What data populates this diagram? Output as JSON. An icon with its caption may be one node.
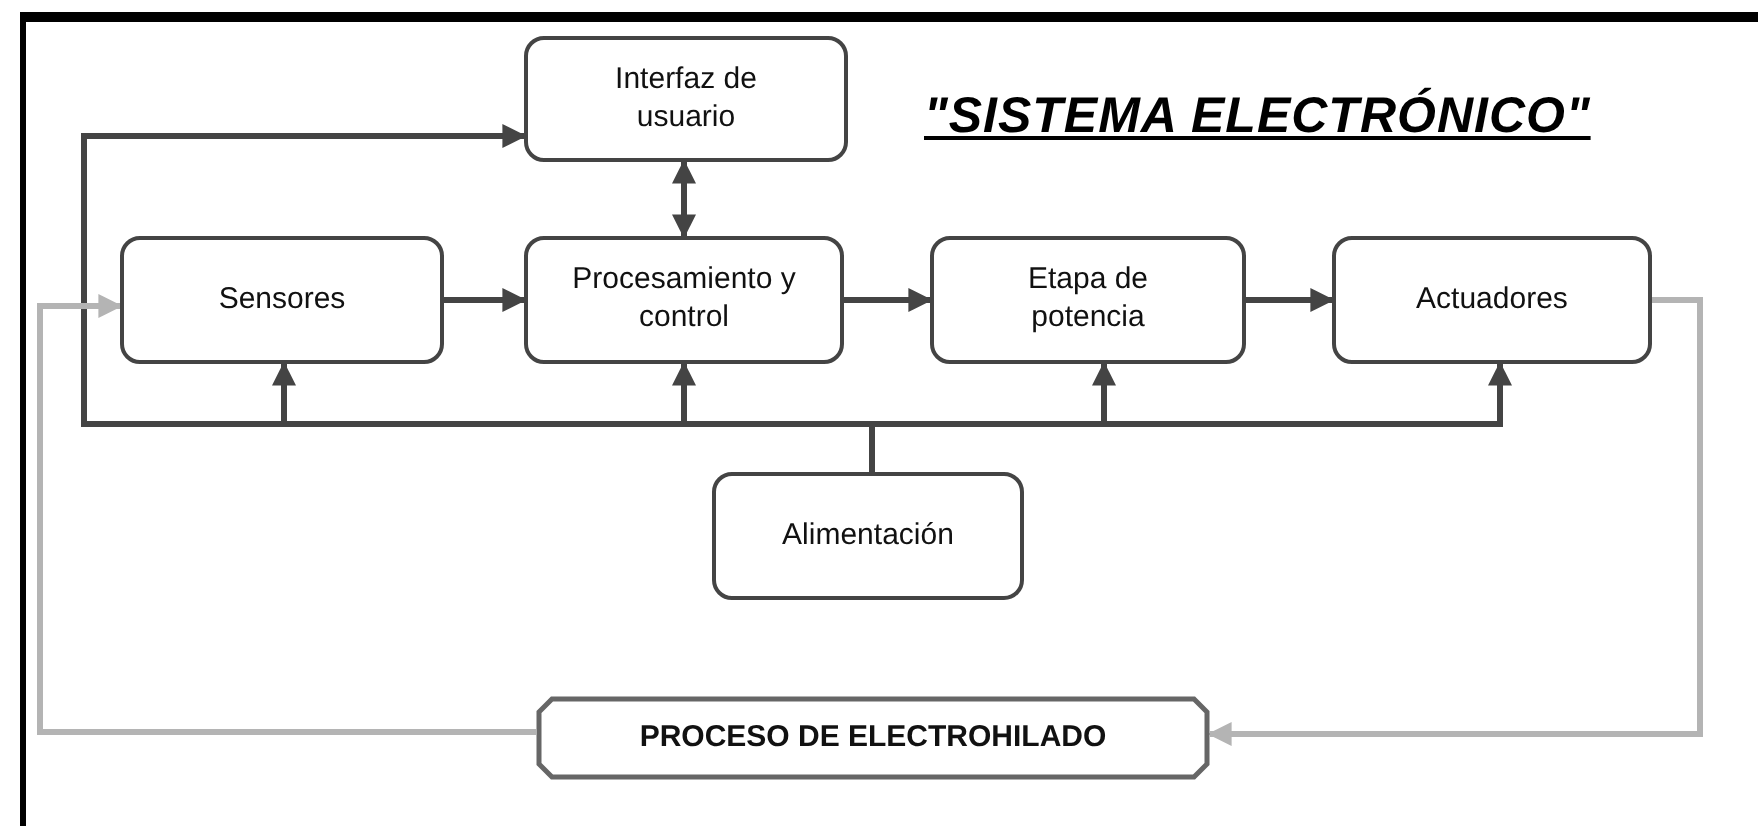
{
  "diagram": {
    "title": "\"SISTEMA ELECTRÓNICO\"",
    "nodes": [
      {
        "text": [
          "Interfaz de usuario"
        ]
      },
      {
        "text": [
          "Sensores"
        ]
      },
      {
        "text": [
          "Procesamiento y control"
        ]
      },
      {
        "text": [
          "Etapa de potencia"
        ]
      },
      {
        "text": [
          "Actuadores"
        ]
      },
      {
        "text": [
          "Alimentación"
        ]
      },
      {
        "text": [
          "PROCESO DE ELECTROHILADO"
        ]
      }
    ],
    "edges": [
      {
        "from": 1,
        "to": 2,
        "arrow": "to"
      },
      {
        "from": 2,
        "to": 0,
        "arrow": "both"
      },
      {
        "from": 2,
        "to": 3,
        "arrow": "to"
      },
      {
        "from": 3,
        "to": 4,
        "arrow": "to"
      },
      {
        "from": 5,
        "to": 0,
        "arrow": "to"
      },
      {
        "from": 5,
        "to": 1,
        "arrow": "to"
      },
      {
        "from": 5,
        "to": 2,
        "arrow": "to"
      },
      {
        "from": 5,
        "to": 3,
        "arrow": "to"
      },
      {
        "from": 5,
        "to": 4,
        "arrow": "to"
      },
      {
        "from": 4,
        "to": 6,
        "arrow": "to",
        "color": "#b4b4b4"
      },
      {
        "from": 6,
        "to": 1,
        "arrow": "to",
        "color": "#b4b4b4"
      }
    ]
  }
}
